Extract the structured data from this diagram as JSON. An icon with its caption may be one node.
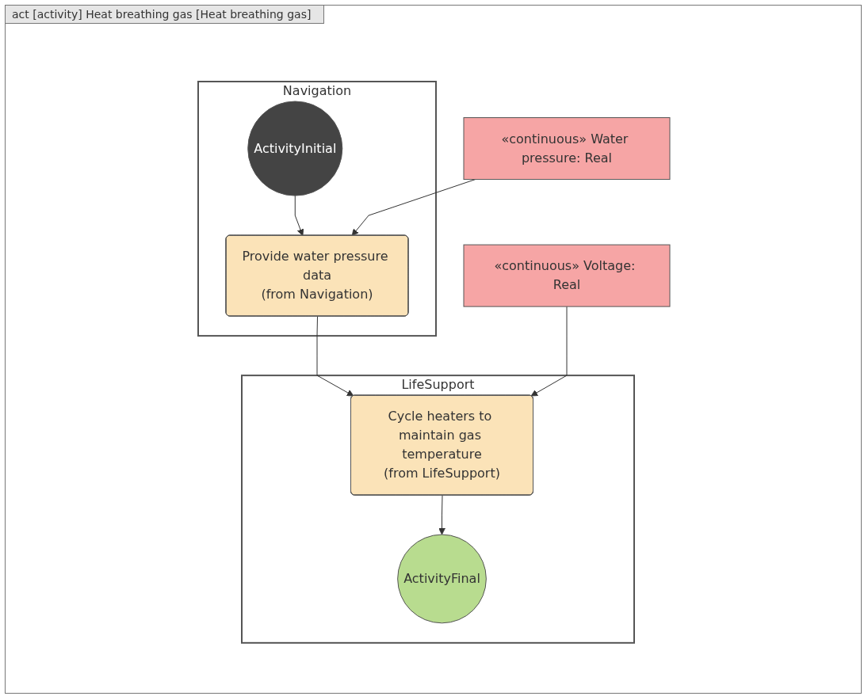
{
  "diagram": {
    "title": "act [activity] Heat breathing gas [Heat breathing gas]",
    "nodes": [
      {
        "text": [
          "Navigation"
        ]
      },
      {
        "text": [
          "ActivityInitial"
        ],
        "in": 0
      },
      {
        "text": [
          "Provide water pressure data",
          "(from Navigation)"
        ],
        "in": 0
      },
      {
        "text": [
          "«continuous» Water pressure: Real"
        ]
      },
      {
        "text": [
          "LifeSupport"
        ]
      },
      {
        "text": [
          "Cycle heaters to maintain gas temperature",
          "(from LifeSupport)"
        ],
        "in": 4
      },
      {
        "text": [
          "ActivityFinal"
        ],
        "in": 4
      },
      {
        "text": [
          "«continuous» Voltage: Real"
        ]
      }
    ],
    "edges": [
      {
        "from": 1,
        "to": 2,
        "arrow": "to"
      },
      {
        "from": 3,
        "to": 2,
        "arrow": "to"
      },
      {
        "from": 2,
        "to": 5,
        "arrow": "to"
      },
      {
        "from": 7,
        "to": 5,
        "arrow": "to"
      },
      {
        "from": 5,
        "to": 6,
        "arrow": "to"
      }
    ]
  }
}
